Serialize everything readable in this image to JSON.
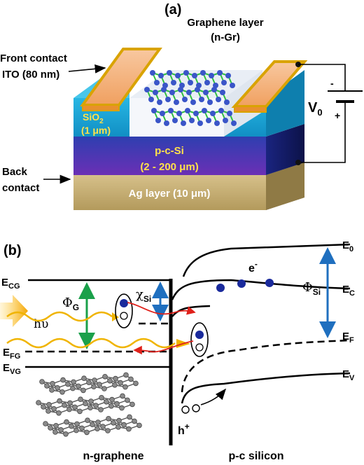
{
  "panel_a": {
    "label": "(a)",
    "graphene_title": "Graphene layer",
    "graphene_sub": "(n-Gr)",
    "front_contact_l1": "Front contact",
    "front_contact_l2": "ITO (80 nm)",
    "sio2_l1": "SiO",
    "sio2_sub": "2",
    "sio2_l2": "(1 μm)",
    "pcsi_l1": "p-c-Si",
    "pcsi_l2": "(2 - 200 μm)",
    "ag_label": "Ag layer (10 μm)",
    "back_l1": "Back",
    "back_l2": "contact",
    "v0": "V",
    "v0_sub": "0",
    "minus": "-",
    "plus": "+",
    "colors": {
      "ito": "#f4b183",
      "ito_edge": "#d9a300",
      "sio2": "#1aa6d6",
      "pcsi_top": "#2e3fb0",
      "pcsi_bottom": "#6b2fb5",
      "ag": "#c8b074",
      "dark_side": "#141b5c",
      "graphene_atom": "#3a55c8",
      "graphene_bond": "#2fbf3f"
    }
  },
  "panel_b": {
    "label": "(b)",
    "e_cg": "E",
    "e_cg_sub": "CG",
    "e_fg": "E",
    "e_fg_sub": "FG",
    "e_vg": "E",
    "e_vg_sub": "VG",
    "phi_g": "Φ",
    "phi_g_sub": "G",
    "chi_si": "χ",
    "chi_si_sub": "Si",
    "h_nu": "hυ",
    "e0": "E",
    "e0_sub": "0",
    "ec": "E",
    "ec_sub": "C",
    "ef": "E",
    "ef_sub": "F",
    "ev": "E",
    "ev_sub": "V",
    "phi_si": "Φ",
    "phi_si_sub": "Si",
    "electron": "e",
    "electron_sup": "-",
    "hole": "h",
    "hole_sup": "+",
    "n_graphene": "n-graphene",
    "p_silicon": "p-c silicon",
    "colors": {
      "phi_g_arrow": "#1aa04a",
      "blue_arrow": "#1f6fbf",
      "wave": "#f0b400",
      "red_arrow": "#e0201a",
      "electron": "#1a2a9c"
    }
  }
}
